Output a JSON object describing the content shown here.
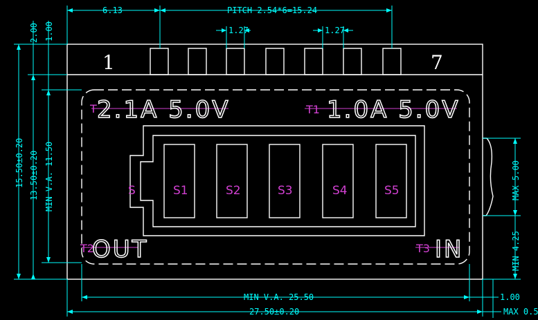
{
  "dimensions": {
    "top_left": "6.13",
    "pitch": "PITCH 2.54*6=15.24",
    "pin_width_a": "1.27",
    "pin_width_b": "1.27",
    "left_2": "2.00",
    "left_1": "1.00",
    "height_total": "15.50±0.20",
    "height_glass": "13.50±0.20",
    "height_va": "MIN V.A. 11.50",
    "width_va": "MIN V.A. 25.50",
    "width_total": "27.50±0.20",
    "right_1": "1.00",
    "right_max05": "MAX 0.5",
    "right_max5": "MAX 5.00",
    "right_min425": "MIN 4.25"
  },
  "pins": {
    "first": "1",
    "last": "7"
  },
  "display": {
    "left_reading": "2.1A 5.0V",
    "right_reading": "1.0A 5.0V",
    "out_label": "OUT",
    "in_label": "IN"
  },
  "segments": {
    "t1": "T1",
    "t2": "T2",
    "t3": "T3",
    "t_left": "T",
    "s": "S",
    "s1": "S1",
    "s2": "S2",
    "s3": "S3",
    "s4": "S4",
    "s5": "S5"
  },
  "colors": {
    "background": "#000000",
    "dimension": "#00ffff",
    "outline": "#ffffff",
    "segment_label": "#d040d0"
  }
}
